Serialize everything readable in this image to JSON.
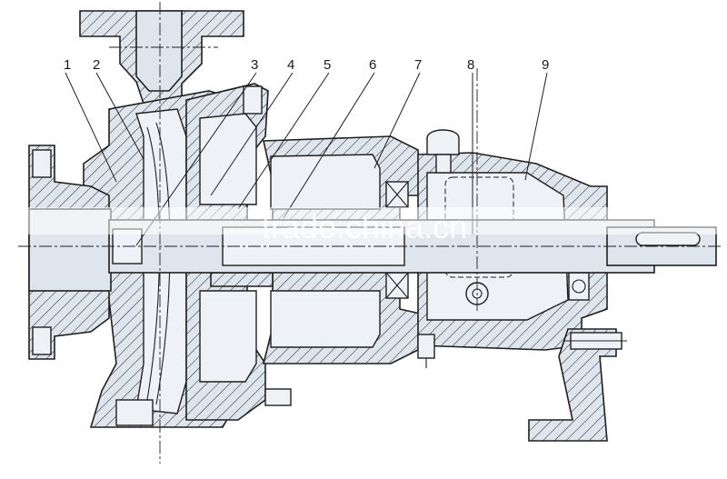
{
  "diagram": {
    "callouts": [
      "1",
      "2",
      "3",
      "4",
      "5",
      "6",
      "7",
      "8",
      "9"
    ],
    "watermark": "trade.china.cn"
  },
  "colors": {
    "part_fill": "#dfe5ec",
    "line": "#1f1f1f"
  }
}
